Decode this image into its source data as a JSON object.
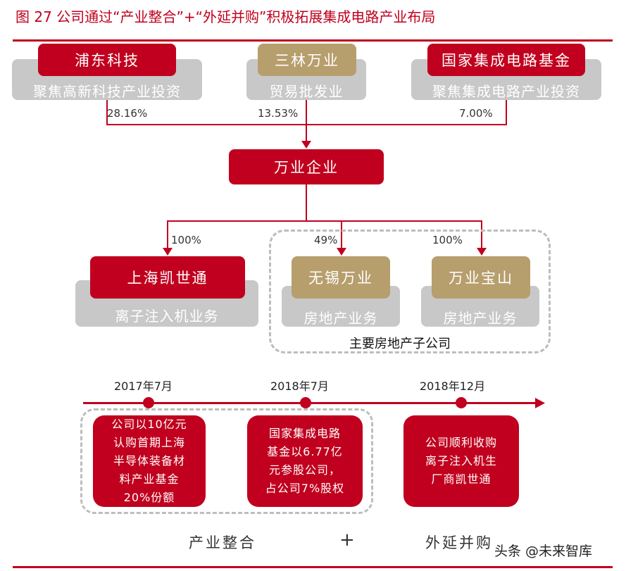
{
  "figure_title": "图 27   公司通过“产业整合”+“外延并购”积极拓展集成电路产业布局",
  "shareholders": [
    {
      "name": "浦东科技",
      "desc": "聚焦高新科技产业投资",
      "pct": "28.16%"
    },
    {
      "name": "三林万业",
      "desc": "贸易批发业",
      "pct": "13.53%"
    },
    {
      "name": "国家集成电路基金",
      "desc": "聚焦集成电路产业投资",
      "pct": "7.00%"
    }
  ],
  "company": "万业企业",
  "subsidiaries": [
    {
      "name": "上海凯世通",
      "desc": "离子注入机业务",
      "pct": "100%"
    },
    {
      "name": "无锡万业",
      "desc": "房地产业务",
      "pct": "49%"
    },
    {
      "name": "万业宝山",
      "desc": "房地产业务",
      "pct": "100%"
    }
  ],
  "realestate_caption": "主要房地产子公司",
  "timeline": [
    {
      "date": "2017年7月",
      "text": "公司以10亿元\n认购首期上海\n半导体装备材\n料产业基金\n20%份额"
    },
    {
      "date": "2018年7月",
      "text": "国家集成电路\n基金以6.77亿\n元参股公司，\n占公司7%股权"
    },
    {
      "date": "2018年12月",
      "text": "公司顺利收购\n离子注入机生\n厂商凯世通"
    }
  ],
  "bottom": {
    "left": "产业整合",
    "plus": "+",
    "right": "外延并购"
  },
  "watermark": "头条 @未来智库",
  "colors": {
    "red": "#c0001e",
    "gold": "#b79e6d",
    "gray": "#c8c8c8"
  }
}
